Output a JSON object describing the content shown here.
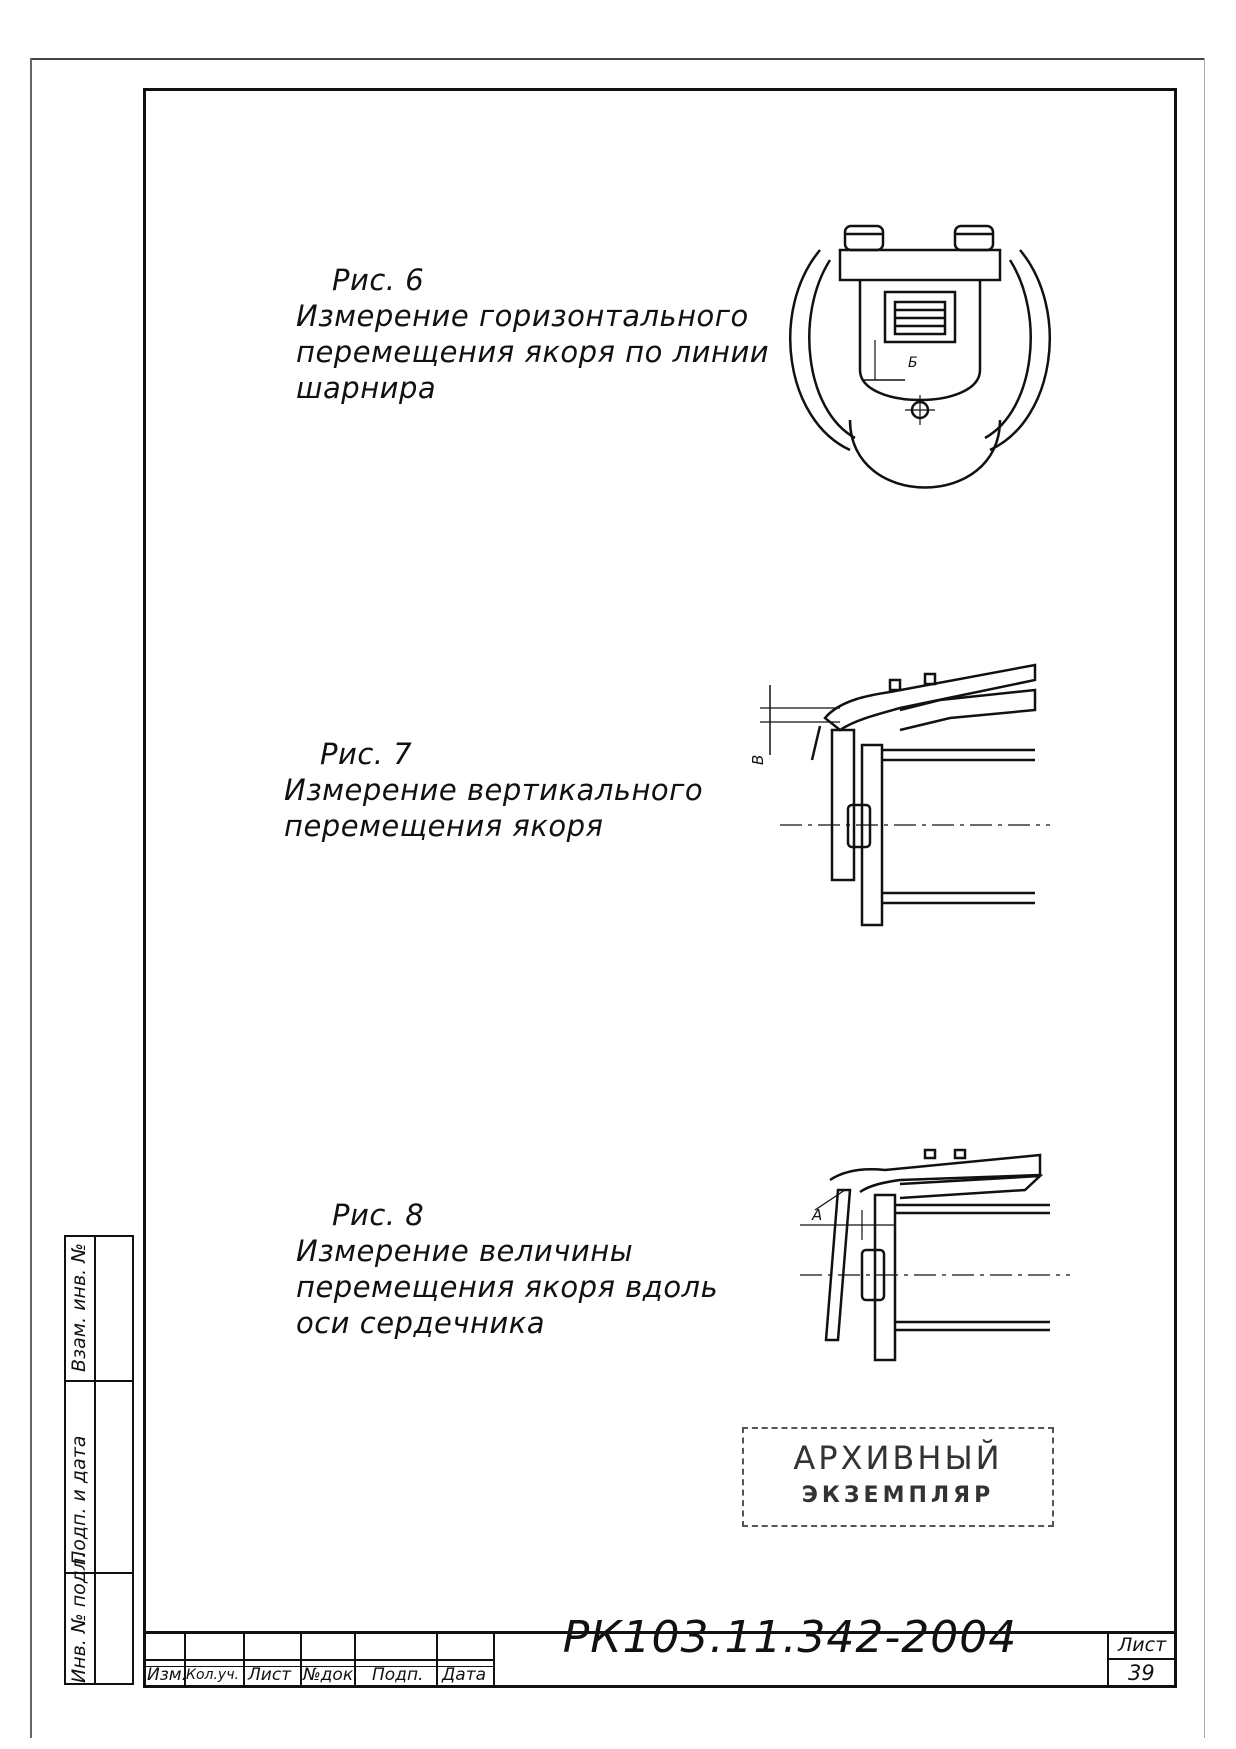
{
  "figures": [
    {
      "number": "Рис. 6",
      "lines": [
        "Измерение горизонтального",
        "перемещения якоря по линии",
        "шарнира"
      ],
      "dim_label": "Б"
    },
    {
      "number": "Рис. 7",
      "lines": [
        "Измерение вертикального",
        "перемещения якоря"
      ],
      "dim_label": "В"
    },
    {
      "number": "Рис. 8",
      "lines": [
        "Измерение величины",
        "перемещения якоря вдоль",
        "оси сердечника"
      ],
      "dim_label": "А"
    }
  ],
  "stamp": {
    "line1": "АРХИВНЫЙ",
    "line2": "ЭКЗЕМПЛЯР"
  },
  "side_panel": {
    "inv_vzam": "Взам. инв. №",
    "podp_data": "Подп. и дата",
    "inv_podl": "Инв. № подл."
  },
  "title_block": {
    "columns": [
      "Изм.",
      "Кол.уч.",
      "Лист",
      "№док.",
      "Подп.",
      "Дата"
    ],
    "doc_number": "РК103.11.342-2004",
    "sheet_label": "Лист",
    "sheet_number": "39"
  }
}
